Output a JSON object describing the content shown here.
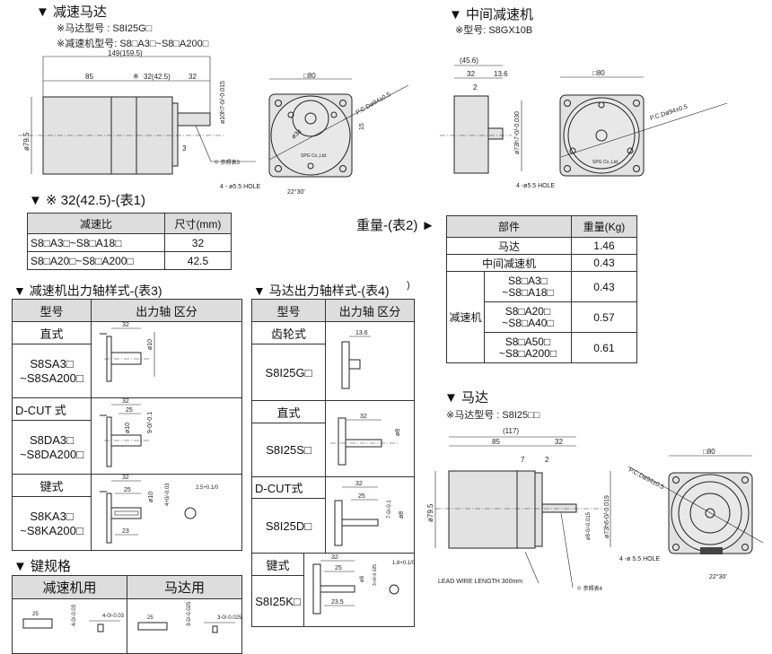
{
  "gear_motor": {
    "title": "▼ 减速马达",
    "note1": "※马达型号 : S8I25G□",
    "note2": "※减速机型号: S8□A3□~S8□A200□",
    "dims": {
      "total": "149(159.5)",
      "motor_len": "85",
      "star": "※",
      "gear_len": "32(42.5)",
      "shaft_len": "32",
      "shaft_dia": "ø10h7-0/-0.015",
      "body_dia": "ø79.5",
      "key": "3",
      "ref": "※ 参照表3",
      "square": "□80",
      "pcd": "P.C.Dø94±0.5",
      "inner": "ø34",
      "offset": "15",
      "hole": "4 - ø5.5 HOLE",
      "angle": "22°30'",
      "brand": "SPG Co.,Ltd."
    }
  },
  "intermediate": {
    "title": "▼ 中间减速机",
    "note": "※型号: S8GX10B",
    "dims": {
      "total": "(45.6)",
      "len": "32",
      "shaft": "13.6",
      "step": "2",
      "dia": "ø73h7-0/-0.030",
      "square": "□80",
      "pcd": "P.C.Dø94±0.5",
      "hole": "4 -ø5.5 HOLE",
      "brand": "SPG Co.,Ltd."
    }
  },
  "table1": {
    "title": "▼ ※ 32(42.5)-(表1)",
    "headers": [
      "减速比",
      "尺寸(mm)"
    ],
    "rows": [
      [
        "S8□A3□~S8□A18□",
        "32"
      ],
      [
        "S8□A20□~S8□A200□",
        "42.5"
      ]
    ]
  },
  "table2": {
    "title": "重量-(表2) ►",
    "headers": [
      "部件",
      "重量(Kg)"
    ],
    "rows": [
      [
        "马达",
        "1.46"
      ],
      [
        "中间减速机",
        "0.43"
      ]
    ],
    "group_label": "减速机",
    "sub_rows": [
      [
        "S8□A3□",
        "~S8□A18□",
        "0.43"
      ],
      [
        "S8□A20□",
        "~S8□A40□",
        "0.57"
      ],
      [
        "S8□A50□",
        "~S8□A200□",
        "0.61"
      ]
    ]
  },
  "table3": {
    "title": "▼ 减速机出力轴样式-(表3)",
    "headers": [
      "型号",
      "出力轴 区分"
    ],
    "rows": [
      {
        "type": "直式",
        "m1": "S8SA3□",
        "m2": "~S8SA200□",
        "d": [
          "32",
          "ø10"
        ]
      },
      {
        "type": "D-CUT 式",
        "m1": "S8DA3□",
        "m2": "~S8DA200□",
        "d": [
          "32",
          "25",
          "ø10",
          "9-0/-0.1"
        ]
      },
      {
        "type": "键式",
        "m1": "S8KA3□",
        "m2": "~S8KA200□",
        "d": [
          "32",
          "25",
          "ø10",
          "23",
          "4+0/-0.03",
          "2.5+0.1/0"
        ]
      }
    ]
  },
  "table4": {
    "title": "▼ 马达出力轴样式-(表4)",
    "paren": ")",
    "headers": [
      "型号",
      "出力轴 区分"
    ],
    "rows": [
      {
        "type": "齿轮式",
        "m": "S8I25G□",
        "d": [
          "13.6"
        ]
      },
      {
        "type": "直式",
        "m": "S8I25S□",
        "d": [
          "32",
          "ø8"
        ]
      },
      {
        "type": "D-CUT式",
        "m": "S8I25D□",
        "d": [
          "32",
          "25",
          "7-0/-0.1",
          "ø8"
        ]
      },
      {
        "type": "键式",
        "m": "S8I25K□",
        "d": [
          "32",
          "25",
          "ø8",
          "23.5",
          "3+0/-0.025",
          "1.8+0.1/0"
        ]
      }
    ]
  },
  "table5": {
    "title": "▼ 键规格",
    "headers": [
      "减速机用",
      "马达用"
    ],
    "d1": [
      "25",
      "4-0/-0.03",
      "4-0/-0.03"
    ],
    "d2": [
      "25",
      "3-0/-0.025",
      "3-0/-0.025"
    ]
  },
  "motor": {
    "title": "▼ 马达",
    "note": "※马达型号 : S8I25□□",
    "dims": {
      "total": "(117)",
      "len": "85",
      "shaft": "32",
      "flange": "7",
      "step": "2",
      "body_dia": "ø79.5",
      "shaft_dia": "ø8-0/-0.015",
      "pilot": "ø73h6-0/-0.019",
      "lead": "LEAD WIRE LENGTH 300mm",
      "ref": "※ 参照表4",
      "square": "□80",
      "pcd": "P.C.Dø94±0.5",
      "hole": "4 -ø 5.5 HOLE",
      "angle": "22°30'"
    }
  }
}
